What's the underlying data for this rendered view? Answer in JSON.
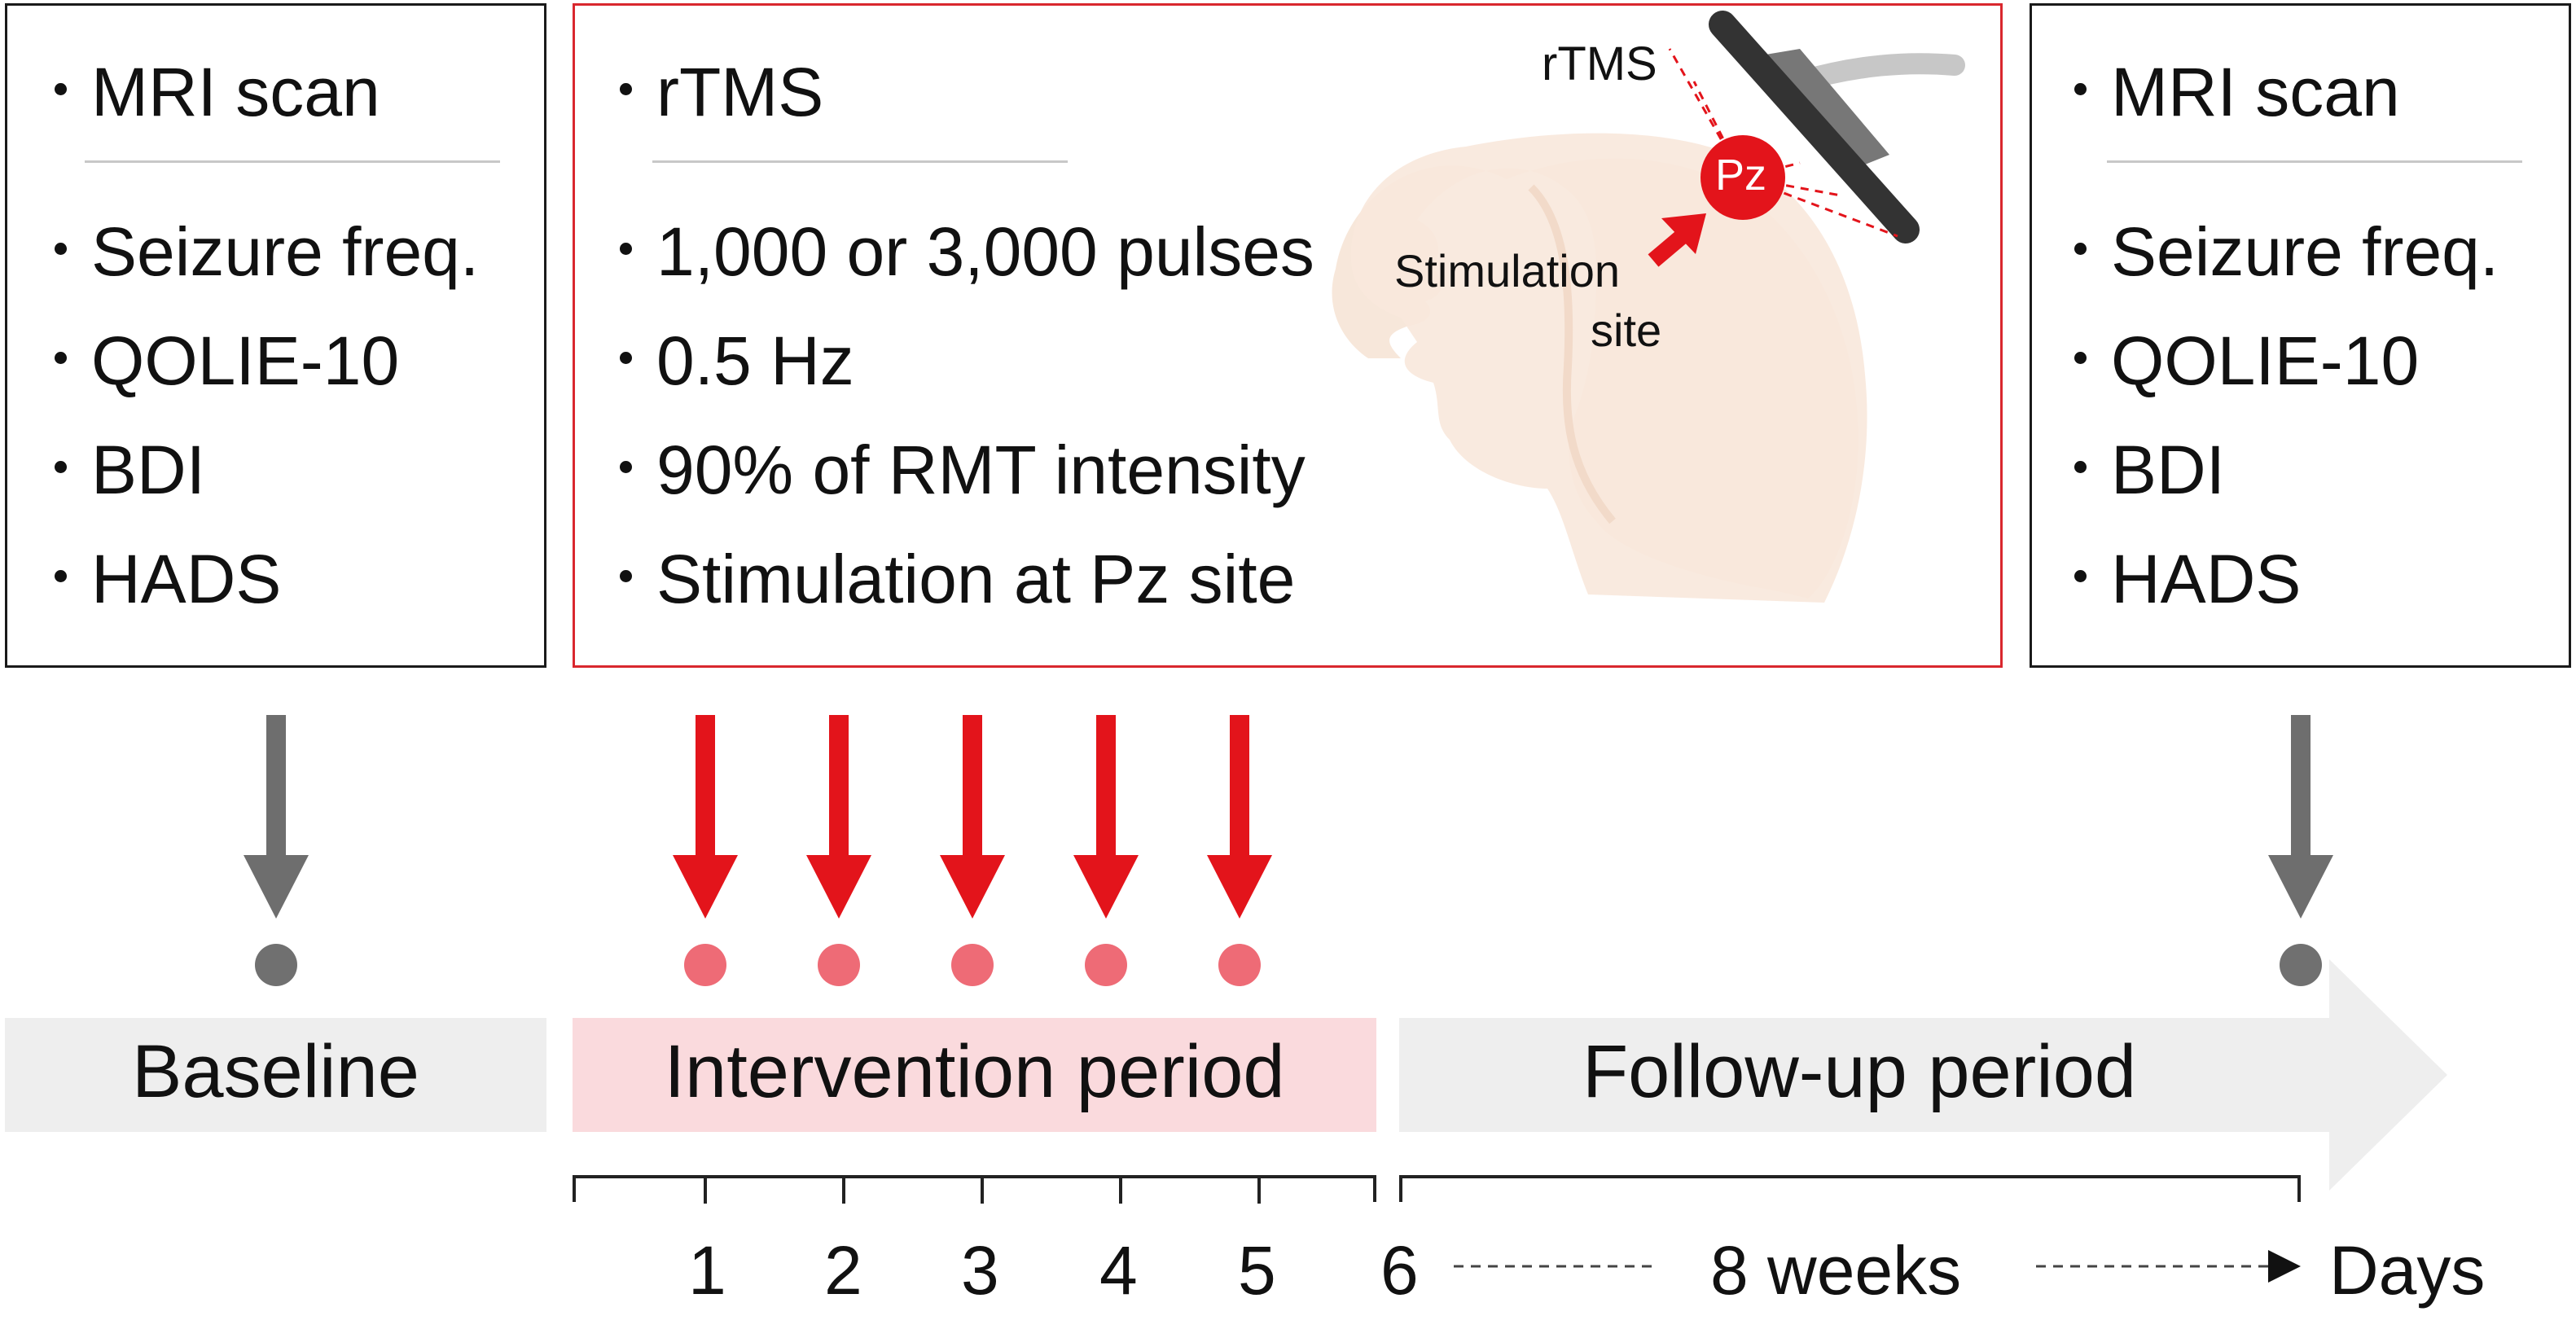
{
  "baseline_box": {
    "items": [
      "MRI scan",
      "Seizure freq.",
      "QOLIE-10",
      "BDI",
      "HADS"
    ]
  },
  "intervention_box": {
    "items": [
      "rTMS",
      "1,000 or 3,000 pulses",
      "0.5 Hz",
      "90% of RMT intensity",
      "Stimulation at Pz site"
    ],
    "illustration": {
      "device_label": "rTMS",
      "site_label": "Pz",
      "stimulation_label_line1": "Stimulation",
      "stimulation_label_line2": "site"
    }
  },
  "followup_box": {
    "items": [
      "MRI scan",
      "Seizure freq.",
      "QOLIE-10",
      "BDI",
      "HADS"
    ]
  },
  "periods": {
    "baseline": "Baseline",
    "intervention": "Intervention period",
    "followup": "Follow-up period"
  },
  "timeline": {
    "days": [
      "1",
      "2",
      "3",
      "4",
      "5",
      "6"
    ],
    "span_label": "8 weeks",
    "axis_unit": "Days"
  },
  "colors": {
    "red": "#e3141b",
    "red_dot": "#ee6b76",
    "gray_arrow": "#6e6e6e",
    "gray_dot": "#707070",
    "band_gray": "#eeeeee",
    "band_pink": "#fadadd",
    "head": "#f7e6d8"
  }
}
